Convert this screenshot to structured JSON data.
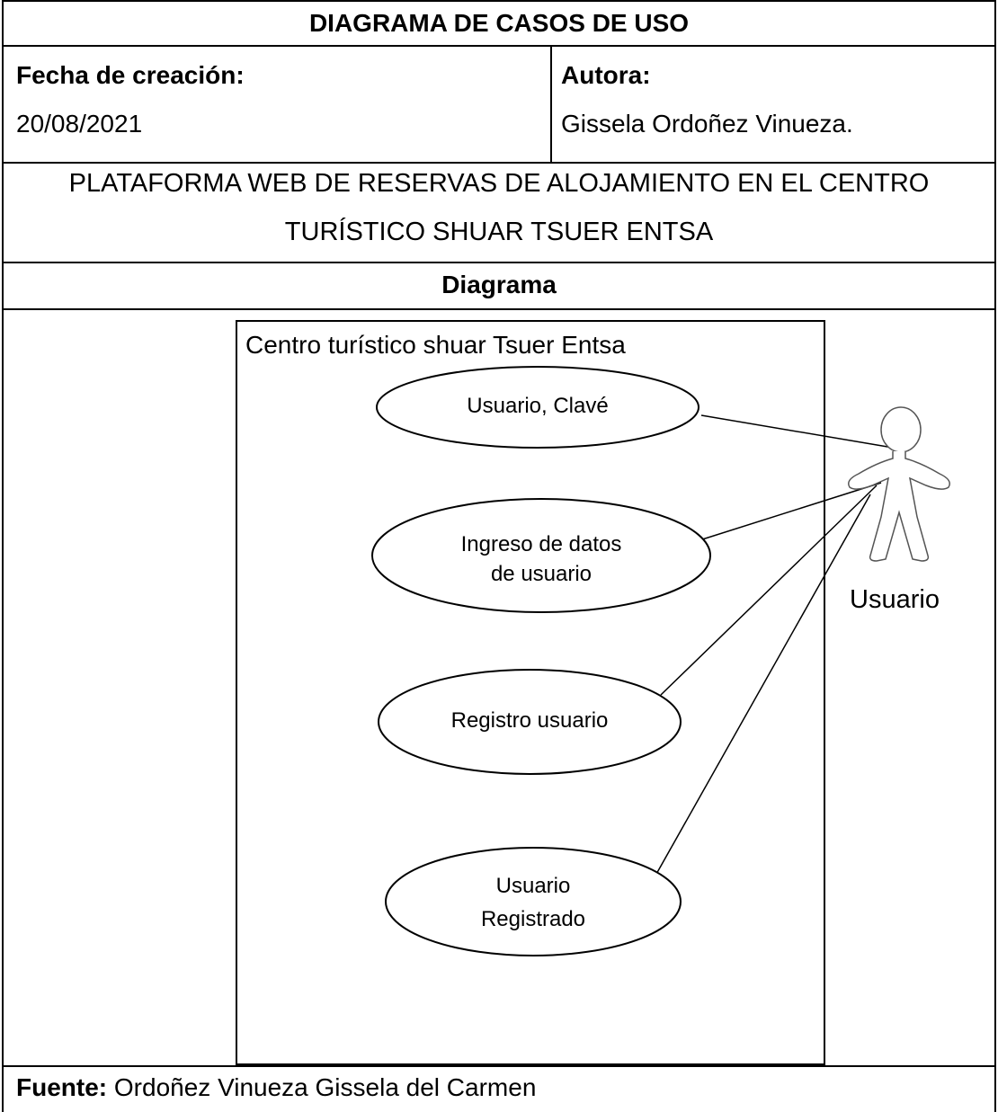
{
  "header": {
    "title": "DIAGRAMA DE CASOS DE USO",
    "fecha_label": "Fecha de creación:",
    "fecha_value": "20/08/2021",
    "autora_label": "Autora:",
    "autora_value": "Gissela Ordoñez Vinueza.",
    "project_line1": "PLATAFORMA WEB DE RESERVAS DE ALOJAMIENTO EN EL CENTRO",
    "project_line2": "TURÍSTICO SHUAR TSUER ENTSA",
    "diagram_label": "Diagrama"
  },
  "diagram": {
    "system_name": "Centro turístico shuar Tsuer Entsa",
    "actor_label": "Usuario",
    "use_cases": [
      {
        "lines": [
          "Usuario, Clavé"
        ]
      },
      {
        "lines": [
          "Ingreso de datos",
          "de usuario"
        ]
      },
      {
        "lines": [
          "Registro usuario"
        ]
      },
      {
        "lines": [
          "Usuario",
          "Registrado"
        ]
      }
    ]
  },
  "footer": {
    "fuente_label": "Fuente:",
    "fuente_value": "Ordoñez Vinueza Gissela del Carmen"
  }
}
